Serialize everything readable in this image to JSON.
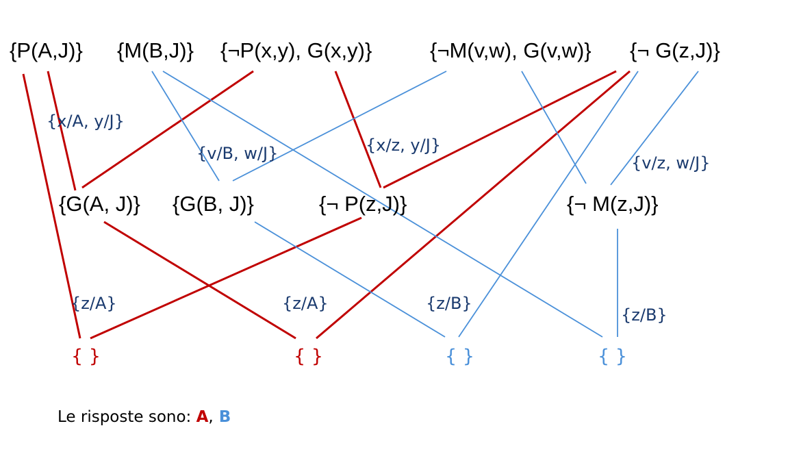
{
  "colors": {
    "red": "#c00000",
    "blue": "#4a90d9",
    "label": "#1a3a6e"
  },
  "clauses": {
    "pAJ": "{P(A,J)}",
    "mBJ": "{M(B,J)}",
    "notPxy_Gxy": "{¬P(x,y), G(x,y)}",
    "notMvw_Gvw": "{¬M(v,w), G(v,w)}",
    "notGzJ": "{¬ G(z,J)}",
    "gAJ": "{G(A, J)}",
    "gBJ": "{G(B, J)}",
    "notPzJ": "{¬ P(z,J)}",
    "notMzJ": "{¬ M(z,J)}"
  },
  "substitutions": {
    "xA_yJ": "{x/A, y/J}",
    "vB_wJ": "{v/B, w/J}",
    "xz_yJ": "{x/z, y/J}",
    "vz_wJ": "{v/z, w/J}",
    "zA_1": "{z/A}",
    "zA_2": "{z/A}",
    "zB_1": "{z/B}",
    "zB_2": "{z/B}"
  },
  "empty_clauses": [
    "{ }",
    "{ }",
    "{ }",
    "{ }"
  ],
  "footer": {
    "text": "Le risposte sono: ",
    "a": "A",
    "sep": ",",
    "b": " B"
  }
}
